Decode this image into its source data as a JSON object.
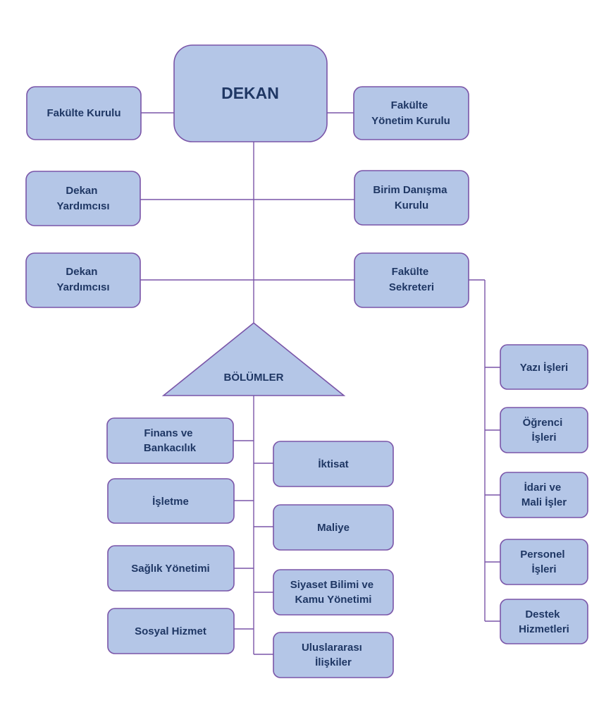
{
  "colors": {
    "box_fill": "#b4c6e7",
    "border": "#7a55a8",
    "text": "#1f3764",
    "background": "#ffffff"
  },
  "top": {
    "dekan": "DEKAN",
    "fakulte_kurulu": "Fakülte Kurulu",
    "fakulte_yonetim_kurulu": [
      "Fakülte",
      "Yönetim Kurulu"
    ],
    "dekan_yardimcisi_1": [
      "Dekan",
      "Yardımcısı"
    ],
    "birim_danisma_kurulu": [
      "Birim Danışma",
      "Kurulu"
    ],
    "dekan_yardimcisi_2": [
      "Dekan",
      "Yardımcısı"
    ],
    "fakulte_sekreteri": [
      "Fakülte",
      "Sekreteri"
    ],
    "bolumler": "BÖLÜMLER"
  },
  "departments_left": [
    [
      "Finans ve",
      "Bankacılık"
    ],
    [
      "İşletme"
    ],
    [
      "Sağlık Yönetimi"
    ],
    [
      "Sosyal Hizmet"
    ]
  ],
  "departments_right": [
    [
      "İktisat"
    ],
    [
      "Maliye"
    ],
    [
      "Siyaset Bilimi ve",
      "Kamu Yönetimi"
    ],
    [
      "Uluslararası",
      "İlişkiler"
    ]
  ],
  "secretariat_units": [
    [
      "Yazı İşleri"
    ],
    [
      "Öğrenci",
      "İşleri"
    ],
    [
      "İdari ve",
      "Mali İşler"
    ],
    [
      "Personel",
      "İşleri"
    ],
    [
      "Destek",
      "Hizmetleri"
    ]
  ]
}
